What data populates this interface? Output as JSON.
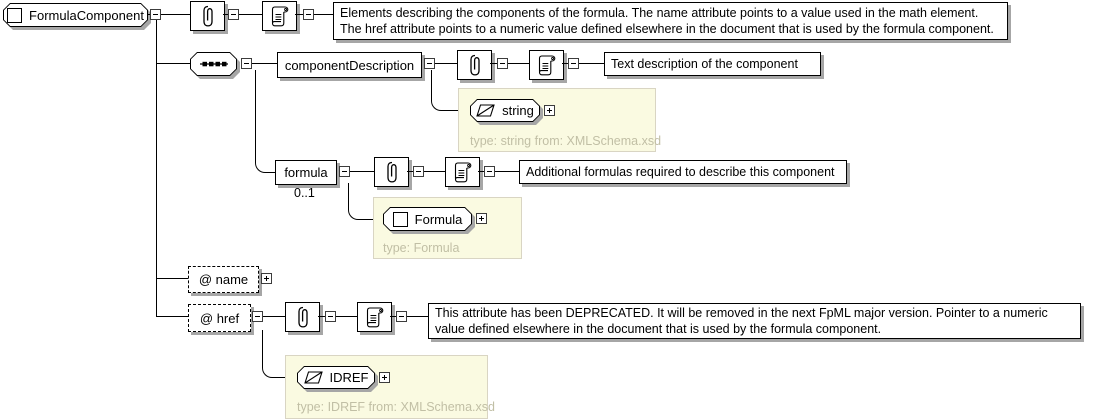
{
  "root": {
    "label": "FormulaComponent",
    "doc": "Elements describing the components of the formula. The name attribute points to a value used in the math element. The href attribute points to a numeric value defined elsewhere in the document that is used by the formula component."
  },
  "sequence": {
    "children": [
      {
        "label": "componentDescription",
        "doc": "Text description of the component",
        "type_label": "string",
        "type_note": "type: string from: XMLSchema.xsd"
      },
      {
        "label": "formula",
        "cardinality": "0..1",
        "doc": "Additional formulas required to describe this component",
        "type_label": "Formula",
        "type_note": "type: Formula"
      }
    ]
  },
  "attributes": [
    {
      "label": "@ name"
    },
    {
      "label": "@ href",
      "doc": "This attribute has been DEPRECATED. It will be removed in the next FpML major version. Pointer to a numeric value defined elsewhere in the document that is used by the formula component.",
      "type_label": "IDREF",
      "type_note": "type: IDREF from: XMLSchema.xsd"
    }
  ],
  "icons": {
    "annotation": "paperclip-icon",
    "documentation": "scroll-icon",
    "sequence": "sequence-icon",
    "complex_type": "square-icon",
    "simple_type": "parallelogram-icon",
    "expand": "plus-icon",
    "collapse": "minus-icon"
  },
  "colors": {
    "panel_bg": "#fafae1",
    "panel_border": "#d9d5c3",
    "type_text": "#c1bfa5",
    "shadow": "#a6a6a6",
    "line": "#000000"
  }
}
